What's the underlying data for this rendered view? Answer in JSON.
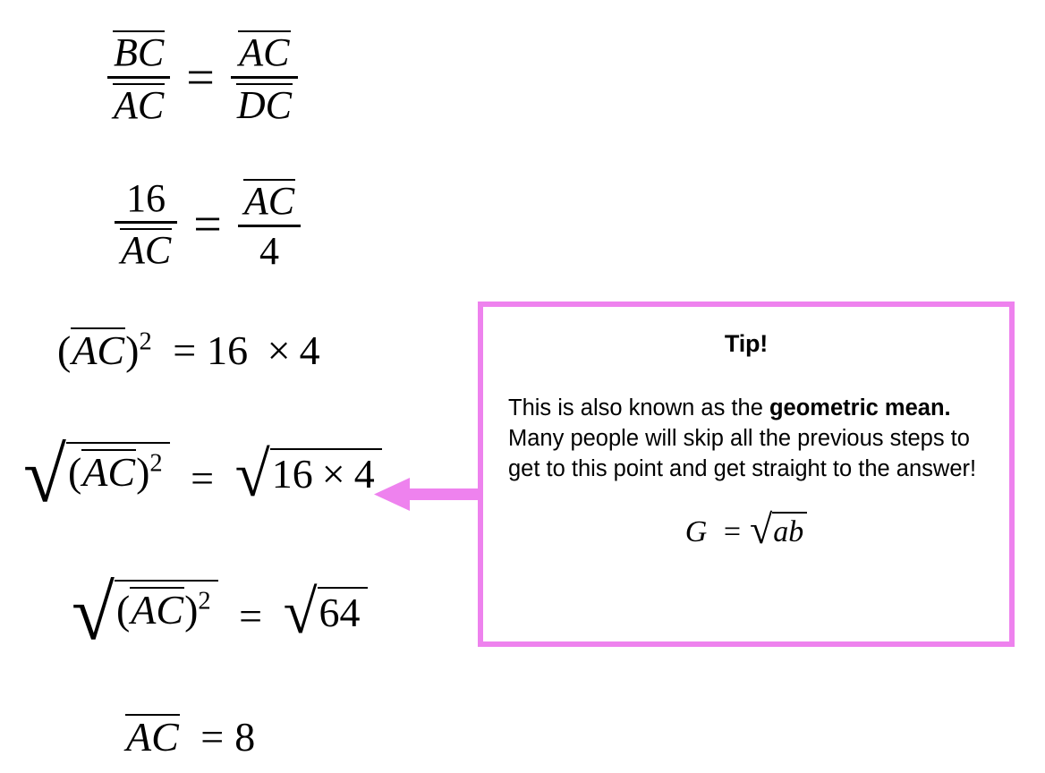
{
  "page": {
    "background_color": "#ffffff",
    "text_color": "#000000",
    "accent_color": "#ee82ee"
  },
  "equations": [
    {
      "id": "eq-proportion",
      "label": "BC over AC equals AC over DC",
      "lhs_numerator": "BC",
      "lhs_denominator": "AC",
      "equals": "=",
      "rhs_numerator": "AC",
      "rhs_denominator": "DC"
    },
    {
      "id": "eq-substituted",
      "label": "16 over AC equals AC over 4",
      "lhs_numerator": "16",
      "lhs_denominator": "AC",
      "equals": "=",
      "rhs_numerator": "AC",
      "rhs_denominator": "4"
    },
    {
      "id": "eq-squared",
      "label": "AC squared equals 16 times 4",
      "open_paren": "(",
      "segment": "AC",
      "close_paren": ")",
      "exponent": "2",
      "equals": "=",
      "rhs_left": "16",
      "times": "×",
      "rhs_right": "4"
    },
    {
      "id": "eq-root-product",
      "label": "square root of AC squared equals square root of 16 times 4",
      "radical": "√",
      "open_paren": "(",
      "segment": "AC",
      "close_paren": ")",
      "exponent": "2",
      "equals": "=",
      "rhs_radical": "√",
      "rhs_left": "16",
      "times": "×",
      "rhs_right": "4"
    },
    {
      "id": "eq-root-64",
      "label": "square root of AC squared equals square root of 64",
      "radical": "√",
      "open_paren": "(",
      "segment": "AC",
      "close_paren": ")",
      "exponent": "2",
      "equals": "=",
      "rhs_radical": "√",
      "rhs_value": "64"
    },
    {
      "id": "eq-answer",
      "label": "AC equals 8",
      "segment": "AC",
      "equals": "=",
      "value": "8"
    }
  ],
  "tip": {
    "title": "Tip!",
    "body_part_1": "This is also known as the ",
    "body_bold": "geometric mean.",
    "body_part_2": "  Many people will skip all the previous steps to get to this point and get straight to the answer!",
    "formula": {
      "variable": "G",
      "equals": "=",
      "radical": "√",
      "radicand": "ab"
    },
    "border_color": "#ee82ee"
  },
  "arrow": {
    "name": "callout-arrow",
    "direction": "left",
    "color": "#ee82ee"
  }
}
